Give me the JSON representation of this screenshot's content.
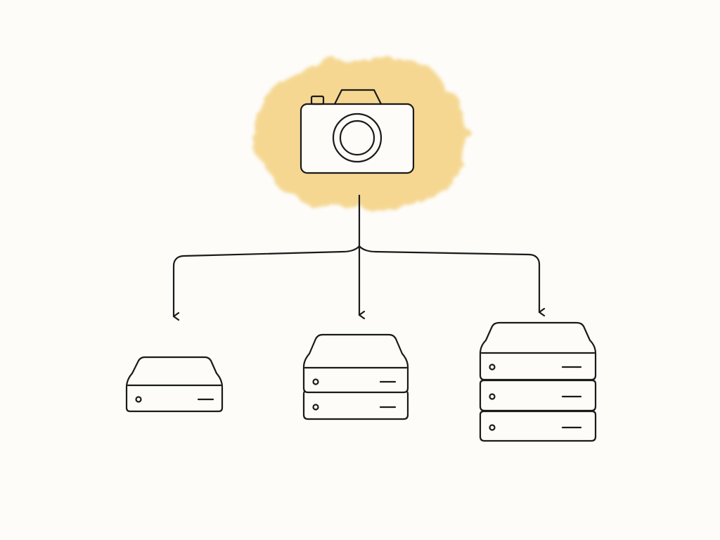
{
  "diagram": {
    "source": {
      "icon": "camera-icon",
      "highlight_color": "#f2c96b"
    },
    "targets": [
      {
        "icon": "storage-unit-icon",
        "units": 1
      },
      {
        "icon": "storage-unit-icon",
        "units": 2
      },
      {
        "icon": "storage-unit-icon",
        "units": 3
      }
    ],
    "connector": {
      "type": "branching-arrows",
      "from": "source",
      "to": "targets"
    },
    "colors": {
      "background": "#fdfcf8",
      "ink": "#1a1a1a",
      "highlight": "#f2c96b"
    }
  }
}
